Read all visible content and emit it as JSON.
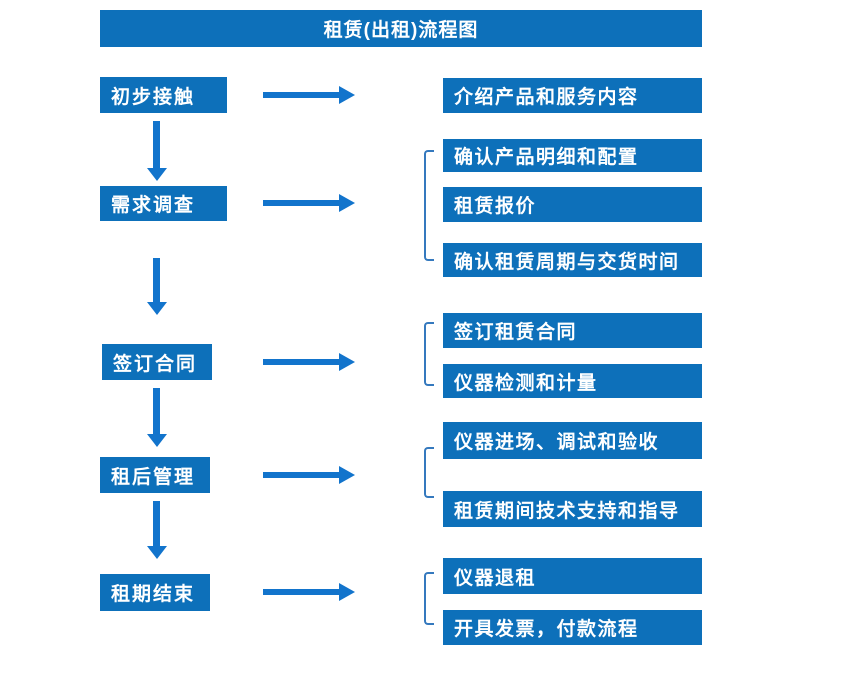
{
  "title": "租赁(出租)流程图",
  "colors": {
    "box_blue": "#0d70ba",
    "arrow_blue": "#1274cc",
    "bracket_blue": "#3579be",
    "text_on_blue": "#ffffff",
    "background": "#ffffff"
  },
  "flow": {
    "steps": [
      {
        "label": "初步接触",
        "outputs": [
          "介绍产品和服务内容"
        ]
      },
      {
        "label": "需求调查",
        "outputs": [
          "确认产品明细和配置",
          "租赁报价",
          "确认租赁周期与交货时间"
        ]
      },
      {
        "label": "签订合同",
        "outputs": [
          "签订租赁合同",
          "仪器检测和计量"
        ]
      },
      {
        "label": "租后管理",
        "outputs": [
          "仪器进场、调试和验收",
          "租赁期间技术支持和指导"
        ]
      },
      {
        "label": "租期结束",
        "outputs": [
          "仪器退租",
          "开具发票，付款流程"
        ]
      }
    ]
  }
}
